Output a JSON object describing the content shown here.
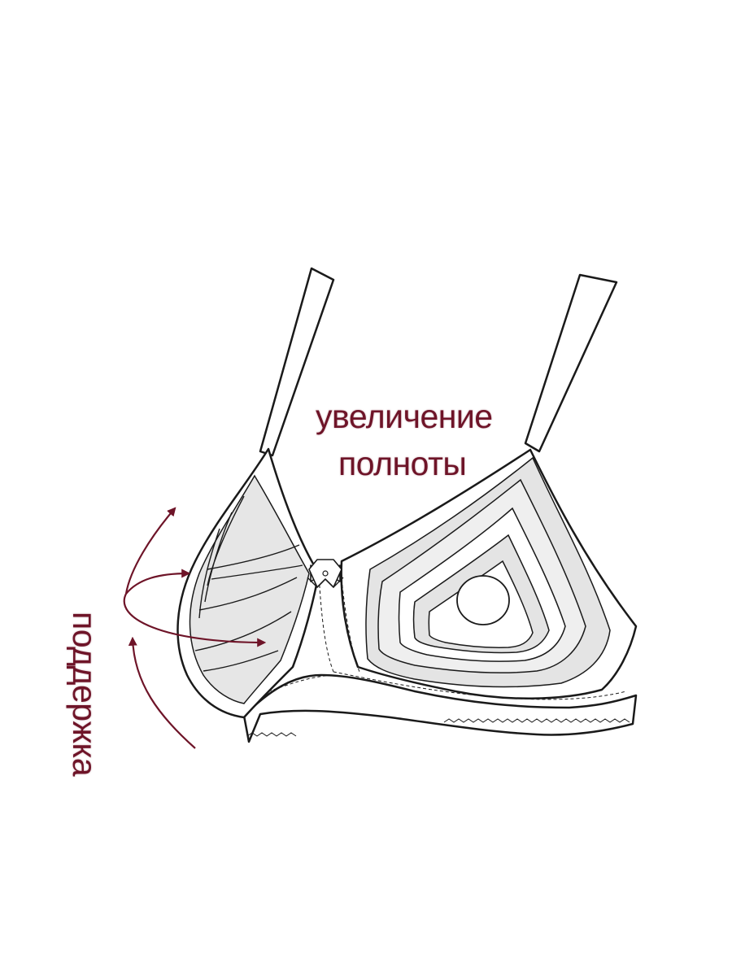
{
  "labels": {
    "fullness_line_1": "увеличение",
    "fullness_line_2": "полноты",
    "support": "поддержка"
  },
  "colors": {
    "accent": "#6e1428",
    "outline": "#1a1a1a",
    "fabric_fill": "#ffffff",
    "padding_fill": "#e4e4e4"
  },
  "icons": {
    "arrow": "curved-arrow-icon",
    "bow": "bow-icon"
  }
}
